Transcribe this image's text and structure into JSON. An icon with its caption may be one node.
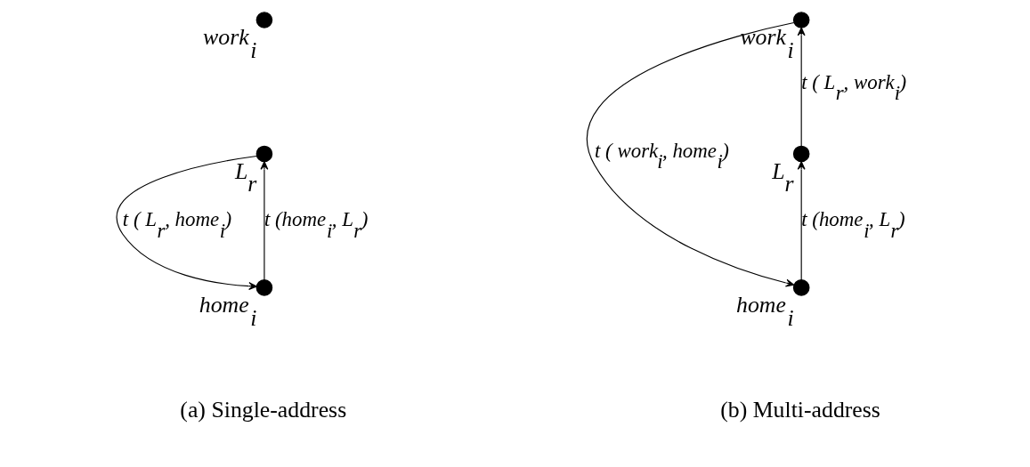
{
  "diagram": {
    "nodes": [
      {
        "text": [
          "work$_{i}$"
        ]
      },
      {
        "text": [
          "L$_{r}$"
        ]
      },
      {
        "text": [
          "home$_{i}$"
        ]
      },
      {
        "text": [
          "work$_{i}$"
        ]
      },
      {
        "text": [
          "L$_{r}$"
        ]
      },
      {
        "text": [
          "home$_{i}$"
        ]
      }
    ],
    "edges": [
      {
        "from": 2,
        "to": 1,
        "arrow": "to",
        "label": "t (home$_{i}$, L$_{r}$)"
      },
      {
        "from": 1,
        "to": 2,
        "arrow": "to",
        "label": "t ( L$_{r}$, home$_{i}$)"
      },
      {
        "from": 5,
        "to": 4,
        "arrow": "to",
        "label": "t (home$_{i}$, L$_{r}$)"
      },
      {
        "from": 4,
        "to": 3,
        "arrow": "to",
        "label": "t ( L$_{r}$, work$_{i}$)"
      },
      {
        "from": 3,
        "to": 5,
        "arrow": "to",
        "label": "t ( work$_{i}$, home$_{i}$)"
      }
    ],
    "labels": [
      "(a) Single-address",
      "(b) Multi-address"
    ]
  }
}
